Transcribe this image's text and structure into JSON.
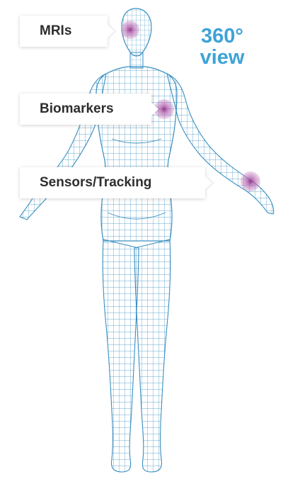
{
  "callouts": {
    "mri": "MRIs",
    "biomarkers": "Biomarkers",
    "sensors": "Sensors/Tracking"
  },
  "view_label": {
    "line1": "360°",
    "line2": "view"
  },
  "colors": {
    "mesh": "#3a8fc0",
    "marker": "#b05aa8",
    "marker_core": "#8a2f86",
    "accent_text": "#3ea3d6",
    "callout_text": "#2e2e2e"
  },
  "icons": {
    "figure": "wireframe-human-body-icon",
    "marker": "data-point-marker-icon"
  }
}
